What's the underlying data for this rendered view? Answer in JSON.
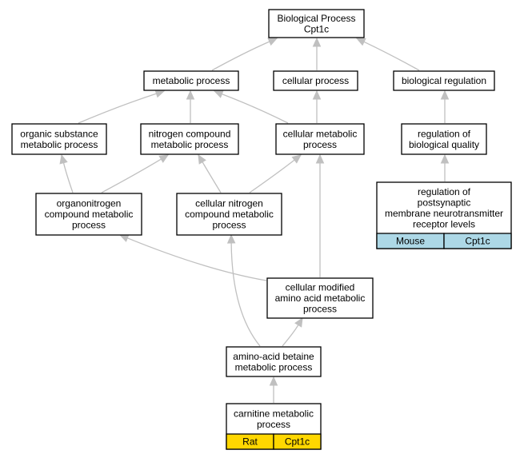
{
  "colors": {
    "edge": "#c0c0c0",
    "node_border": "#000000",
    "mouse_annotation": "#add8e6",
    "rat_annotation": "#ffd700"
  },
  "nodes": {
    "bio_process": {
      "lines": [
        "Biological Process",
        "Cpt1c"
      ]
    },
    "metabolic": {
      "lines": [
        "metabolic process"
      ]
    },
    "cellular": {
      "lines": [
        "cellular process"
      ]
    },
    "bio_reg": {
      "lines": [
        "biological regulation"
      ]
    },
    "org_sub": {
      "lines": [
        "organic substance",
        "metabolic process"
      ]
    },
    "nitrogen": {
      "lines": [
        "nitrogen compound",
        "metabolic process"
      ]
    },
    "cell_met": {
      "lines": [
        "cellular metabolic",
        "process"
      ]
    },
    "reg_bio_qual": {
      "lines": [
        "regulation of",
        "biological quality"
      ]
    },
    "organonitro": {
      "lines": [
        "organonitrogen",
        "compound metabolic",
        "process"
      ]
    },
    "cell_nitro": {
      "lines": [
        "cellular nitrogen",
        "compound metabolic",
        "process"
      ]
    },
    "reg_post": {
      "lines": [
        "regulation of",
        "postsynaptic",
        "membrane neurotransmitter",
        "receptor levels"
      ],
      "annotation": [
        "Mouse",
        "Cpt1c"
      ]
    },
    "cell_mod": {
      "lines": [
        "cellular modified",
        "amino acid metabolic",
        "process"
      ]
    },
    "betaine": {
      "lines": [
        "amino-acid betaine",
        "metabolic process"
      ]
    },
    "carnitine": {
      "lines": [
        "carnitine metabolic",
        "process"
      ],
      "annotation": [
        "Rat",
        "Cpt1c"
      ]
    }
  }
}
